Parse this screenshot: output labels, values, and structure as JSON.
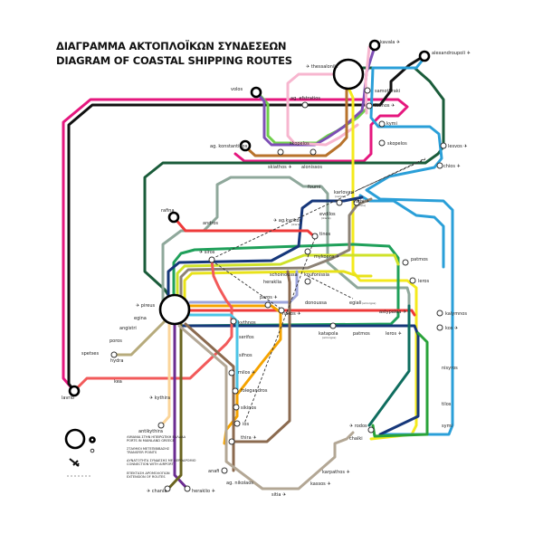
{
  "title": {
    "greek": "ΔΙΑΓΡΑΜΜΑ ΑΚΤΟΠΛΟΪΚΩΝ ΣΥΝΔΕΣΕΩΝ",
    "english": "DIAGRAM OF COASTAL SHIPPING ROUTES"
  },
  "colors": {
    "magenta": "#e5177e",
    "black": "#111111",
    "green_dark": "#1a5c3a",
    "green": "#2aa33a",
    "lime": "#cfe22a",
    "yellow": "#f4ea1c",
    "orange": "#f5a300",
    "brown": "#8b6a4f",
    "taupe": "#b3a795",
    "khaki": "#b7ab7c",
    "grey_green": "#8fa89b",
    "blue": "#2a9fd8",
    "cyan": "#4cc4e6",
    "navy": "#16377a",
    "red": "#ee3a3a",
    "salmon": "#f25a5a",
    "purple": "#6b2c91",
    "lavender": "#9da5dc",
    "violet": "#7d4fb5",
    "pink": "#f7b6cf",
    "olive": "#6a6420",
    "peach": "#fbd59a",
    "teal": "#0f6d5f"
  },
  "major_ports": [
    {
      "name": "thessaloniki",
      "airport": true
    },
    {
      "name": "pireus",
      "airport": true
    }
  ],
  "mainland_ports": [
    "kavala",
    "alexandroupoli",
    "volos",
    "ag. konstantinos",
    "rafina",
    "lavrio"
  ],
  "stations": {
    "kavala": "kavala ✈",
    "alexandroupoli": "alexandroupoli ✈",
    "thessaloniki": "✈ thessaloniki",
    "volos": "volos",
    "ag_efstratios": "ag. efstratios",
    "samothraki": "samothraki",
    "limnos": "limnos ✈",
    "kymi": "kymi",
    "ag_konstantinos": "ag. konstantinos",
    "skopelos_west": "skopelos",
    "skopelos_east": "skopelos",
    "skiathos": "skiathos ✈",
    "alonissos": "alonissos",
    "lesvos": "lesvos ✈",
    "chios": "chios ✈",
    "fourni": "fourni",
    "karlovasi": "karlovasi",
    "karlovasi_sub": "(samos)",
    "vathi": "vathi ✈",
    "vathi_sub": "(samos)",
    "evdilos": "evdilos",
    "evdilos_sub": "(ikaria)",
    "ag_kyrikos": "✈ ag.kyrikos",
    "ag_kyrikos_sub": "(ikaria)",
    "rafina": "rafina",
    "andros": "andros",
    "tinos": "tinos",
    "siros": "✈ siros",
    "mykonos": "mykonos ✈",
    "patmos_north": "patmos",
    "leros_north": "leros",
    "schoinoussa": "schoinoussa",
    "koufonissia": "koufonissia",
    "heraklia": "heraklia",
    "paros": "paros ✈",
    "naxos": "naxos ✈",
    "donoussa": "donoussa",
    "egiali": "egiali",
    "egiali_sub": "(amorgos)",
    "astypalea": "astypalea ✈",
    "kalymnos": "kalymnos",
    "kos": "kos ✈",
    "katapola": "katapola",
    "katapola_sub": "(amorgos)",
    "patmos_south": "patmos",
    "leros_south": "leros ✈",
    "pireus": "✈ pireus",
    "egina": "egina",
    "angistri": "angistri",
    "poros": "poros",
    "spetses": "spetses",
    "hydra": "hydra",
    "kea": "kea",
    "lavrio": "lavrio",
    "kythnos": "kythnos",
    "serifos": "serifos",
    "sifnos": "sifnos",
    "milos": "milos ✈",
    "folegandros": "folegandros",
    "sikinos": "sikinos",
    "ios": "ios",
    "thira": "thira ✈",
    "anafi": "anafi",
    "ag_nikolaos": "ag. nikolaos",
    "sitia": "sitia ✈",
    "kassos": "kassos ✈",
    "karpathos": "karpathos ✈",
    "rodos": "✈ rodos",
    "chalki": "chalki",
    "nisyros": "nisyros",
    "tilos": "tilos",
    "symi": "symi",
    "kythira": "✈ kythira",
    "antikythira": "antikythira",
    "chania": "✈ chania",
    "heraklio": "heraklio ✈"
  },
  "legend": {
    "mainland": [
      "ΛΙΜΑΝΙΑ ΣΤΗΝ ΗΠΕΙΡΩΤΙΚΗ ΕΛΛΑΔΑ",
      "PORTS IN MAINLAND GREECE"
    ],
    "transfer": [
      "ΣΤΑΘΜΟΙ ΜΕΤΕΠΙΒΙΒΑΣΗΣ",
      "TRANSFER POINTS"
    ],
    "airport": [
      "ΔΥΝΑΤΟΤΗΤΑ ΣΥΝΔΕΣΗΣ ΜΕ ΑΕΡΟΔΡΟΜΙΟ",
      "CONNECTION WITH AIRPORT"
    ],
    "extension": [
      "ΕΠΕΚΤΑΣΗ ΔΡΟΜΟΛΟΓΙΩΝ",
      "EXTENSION OF ROUTES"
    ]
  }
}
